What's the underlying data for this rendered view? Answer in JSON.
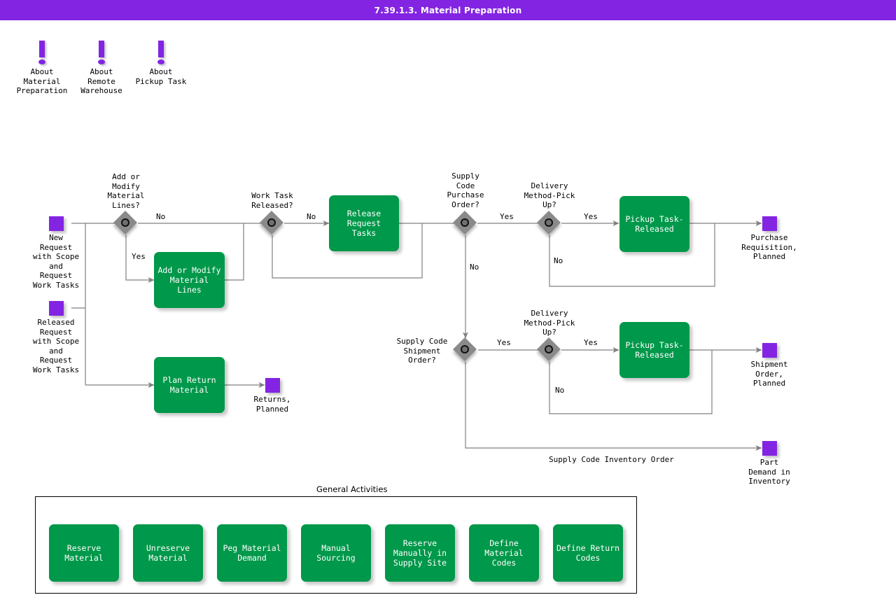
{
  "header": {
    "title": "7.39.1.3. Material Preparation",
    "bar_color": "#8324e3",
    "text_color": "#ffffff"
  },
  "palette": {
    "task_green": "#00984a",
    "terminal_purple": "#8324e3",
    "decision_gray": "#8a8a8a",
    "connector_gray": "#808080",
    "text_black": "#000000"
  },
  "info_icons": [
    {
      "name": "about-material-preparation",
      "label": "About\nMaterial\nPreparation",
      "icon": "exclamation-icon"
    },
    {
      "name": "about-remote-warehouse",
      "label": "About\nRemote\nWarehouse",
      "icon": "exclamation-icon"
    },
    {
      "name": "about-pickup-task",
      "label": "About\nPickup Task",
      "icon": "exclamation-icon"
    }
  ],
  "terminals": [
    {
      "name": "new-request",
      "label": "New\nRequest\nwith Scope\nand\nRequest\nWork Tasks"
    },
    {
      "name": "released-request",
      "label": "Released\nRequest\nwith Scope\nand\nRequest\nWork Tasks"
    },
    {
      "name": "returns-planned",
      "label": "Returns,\nPlanned"
    },
    {
      "name": "purchase-requisition-planned",
      "label": "Purchase\nRequisition,\nPlanned"
    },
    {
      "name": "shipment-order-planned",
      "label": "Shipment\nOrder,\nPlanned"
    },
    {
      "name": "part-demand-in-inventory",
      "label": "Part\nDemand in\nInventory"
    }
  ],
  "tasks": [
    {
      "name": "add-or-modify-material-lines",
      "label": "Add or Modify\nMaterial Lines"
    },
    {
      "name": "plan-return-material",
      "label": "Plan Return\nMaterial"
    },
    {
      "name": "release-request-tasks",
      "label": "Release Request\nTasks"
    },
    {
      "name": "pickup-task-released-purchase",
      "label": "Pickup Task-\nReleased"
    },
    {
      "name": "pickup-task-released-shipment",
      "label": "Pickup Task-\nReleased"
    }
  ],
  "decisions": [
    {
      "name": "add-or-modify-material-lines-decision",
      "label": "Add or\nModify\nMaterial\nLines?"
    },
    {
      "name": "work-task-released-decision",
      "label": "Work Task\nReleased?"
    },
    {
      "name": "supply-code-purchase-order-decision",
      "label": "Supply\nCode\nPurchase\nOrder?"
    },
    {
      "name": "delivery-method-pick-up-decision-top",
      "label": "Delivery\nMethod-Pick\nUp?"
    },
    {
      "name": "supply-code-shipment-order-decision",
      "label": "Supply Code\nShipment\nOrder?"
    },
    {
      "name": "delivery-method-pick-up-decision-bottom",
      "label": "Delivery\nMethod-Pick\nUp?"
    }
  ],
  "edge_labels": [
    {
      "name": "edge-label-no-add-modify",
      "text": "No"
    },
    {
      "name": "edge-label-yes-add-modify",
      "text": "Yes"
    },
    {
      "name": "edge-label-no-work-task",
      "text": "No"
    },
    {
      "name": "edge-label-yes-purchase-order",
      "text": "Yes"
    },
    {
      "name": "edge-label-no-purchase-order",
      "text": "No"
    },
    {
      "name": "edge-label-yes-delivery-top",
      "text": "Yes"
    },
    {
      "name": "edge-label-no-delivery-top",
      "text": "No"
    },
    {
      "name": "edge-label-yes-shipment-order",
      "text": "Yes"
    },
    {
      "name": "edge-label-yes-delivery-bottom",
      "text": "Yes"
    },
    {
      "name": "edge-label-no-delivery-bottom",
      "text": "No"
    },
    {
      "name": "edge-label-supply-code-inventory-order",
      "text": "Supply Code Inventory Order"
    }
  ],
  "general_activities": {
    "title": "General Activities",
    "items": [
      {
        "name": "reserve-material",
        "label": "Reserve Material"
      },
      {
        "name": "unreserve-material",
        "label": "Unreserve\nMaterial"
      },
      {
        "name": "peg-material-demand",
        "label": "Peg Material\nDemand"
      },
      {
        "name": "manual-sourcing",
        "label": "Manual Sourcing"
      },
      {
        "name": "reserve-manually-in-supply-site",
        "label": "Reserve\nManually in\nSupply Site"
      },
      {
        "name": "define-material-codes",
        "label": "Define Material\nCodes"
      },
      {
        "name": "define-return-codes",
        "label": "Define Return\nCodes"
      }
    ]
  }
}
